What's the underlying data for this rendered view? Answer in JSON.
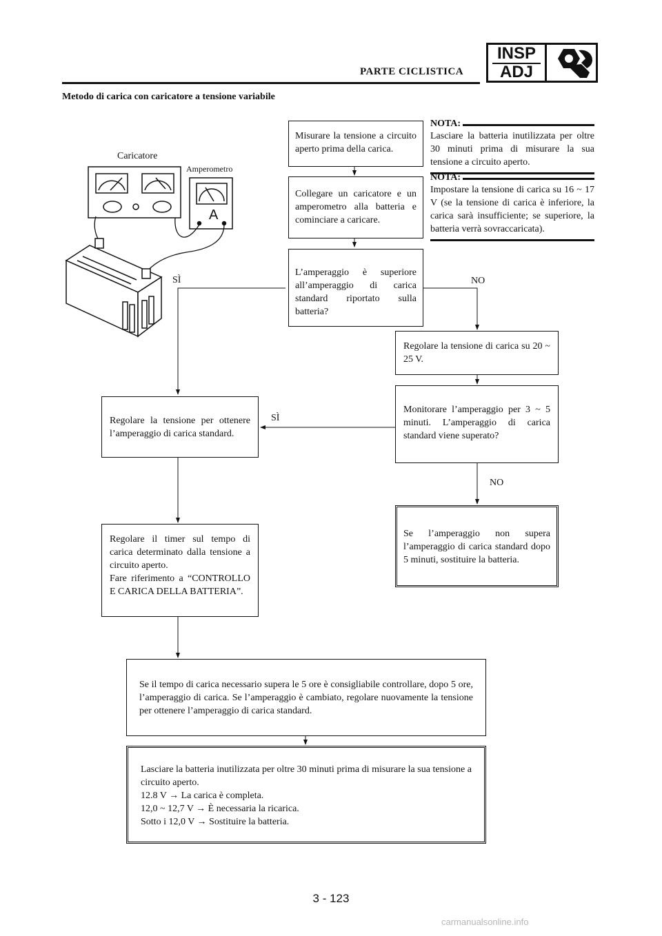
{
  "header": {
    "section": "PARTE CICLISTICA",
    "badge_top": "INSP",
    "badge_bottom": "ADJ"
  },
  "title": "Metodo di carica con caricatore a tensione variabile",
  "illustration": {
    "charger_label": "Caricatore",
    "ammeter_label": "Amperometro",
    "ammeter_symbol": "A"
  },
  "notes": [
    {
      "title": "NOTA:",
      "text": "Lasciare la batteria inutilizzata per oltre 30 minuti prima di misurare la sua tensione a circuito aperto."
    },
    {
      "title": "NOTA:",
      "text": "Impostare la tensione di carica su 16 ~ 17 V (se la tensione di carica è inferiore, la carica sarà insufficiente; se superiore, la batteria verrà sovraccaricata)."
    }
  ],
  "flow": {
    "step1": "Misurare la tensione a circuito aperto prima della carica.",
    "step2": "Collegare un caricatore e un amperometro alla batteria e cominciare a caricare.",
    "question1": "L’amperaggio è superiore all’amperaggio di carica standard riportato sulla batteria?",
    "yes1": "SÌ",
    "no1": "NO",
    "adjust_voltage": "Regolare la tensione di carica su 20 ~ 25 V.",
    "monitor": "Monitorare l’amperaggio per 3 ~ 5 minuti. L’amperaggio di carica standard viene superato?",
    "yes2": "SÌ",
    "no2": "NO",
    "replace": "Se l’amperaggio non supera l’amperaggio di carica standard dopo 5 minuti, sostituire la batteria.",
    "adjust_standard": "Regolare la tensione per ottenere l’amperaggio di carica standard.",
    "timer": "Regolare il timer sul tempo di carica determinato dalla tensione a circuito aperto.\nFare riferimento a “CONTROLLO E CARICA DELLA BATTERIA”.",
    "over5h": "Se il tempo di carica necessario supera le 5 ore è consigliabile controllare, dopo 5 ore, l’amperaggio di carica. Se l’amperaggio è cambiato, regolare nuovamente la tensione per ottenere l’amperaggio di carica standard.",
    "final_lines": [
      "Lasciare la batteria inutilizzata per oltre 30 minuti prima di misurare la sua tensione a circuito aperto.",
      "12.8 V → La carica è completa.",
      "12,0 ~ 12,7 V → È necessaria la ricarica.",
      "Sotto i 12,0 V → Sostituire la batteria."
    ]
  },
  "page_number": "3 - 123",
  "watermark": "carmanualsonline.info"
}
